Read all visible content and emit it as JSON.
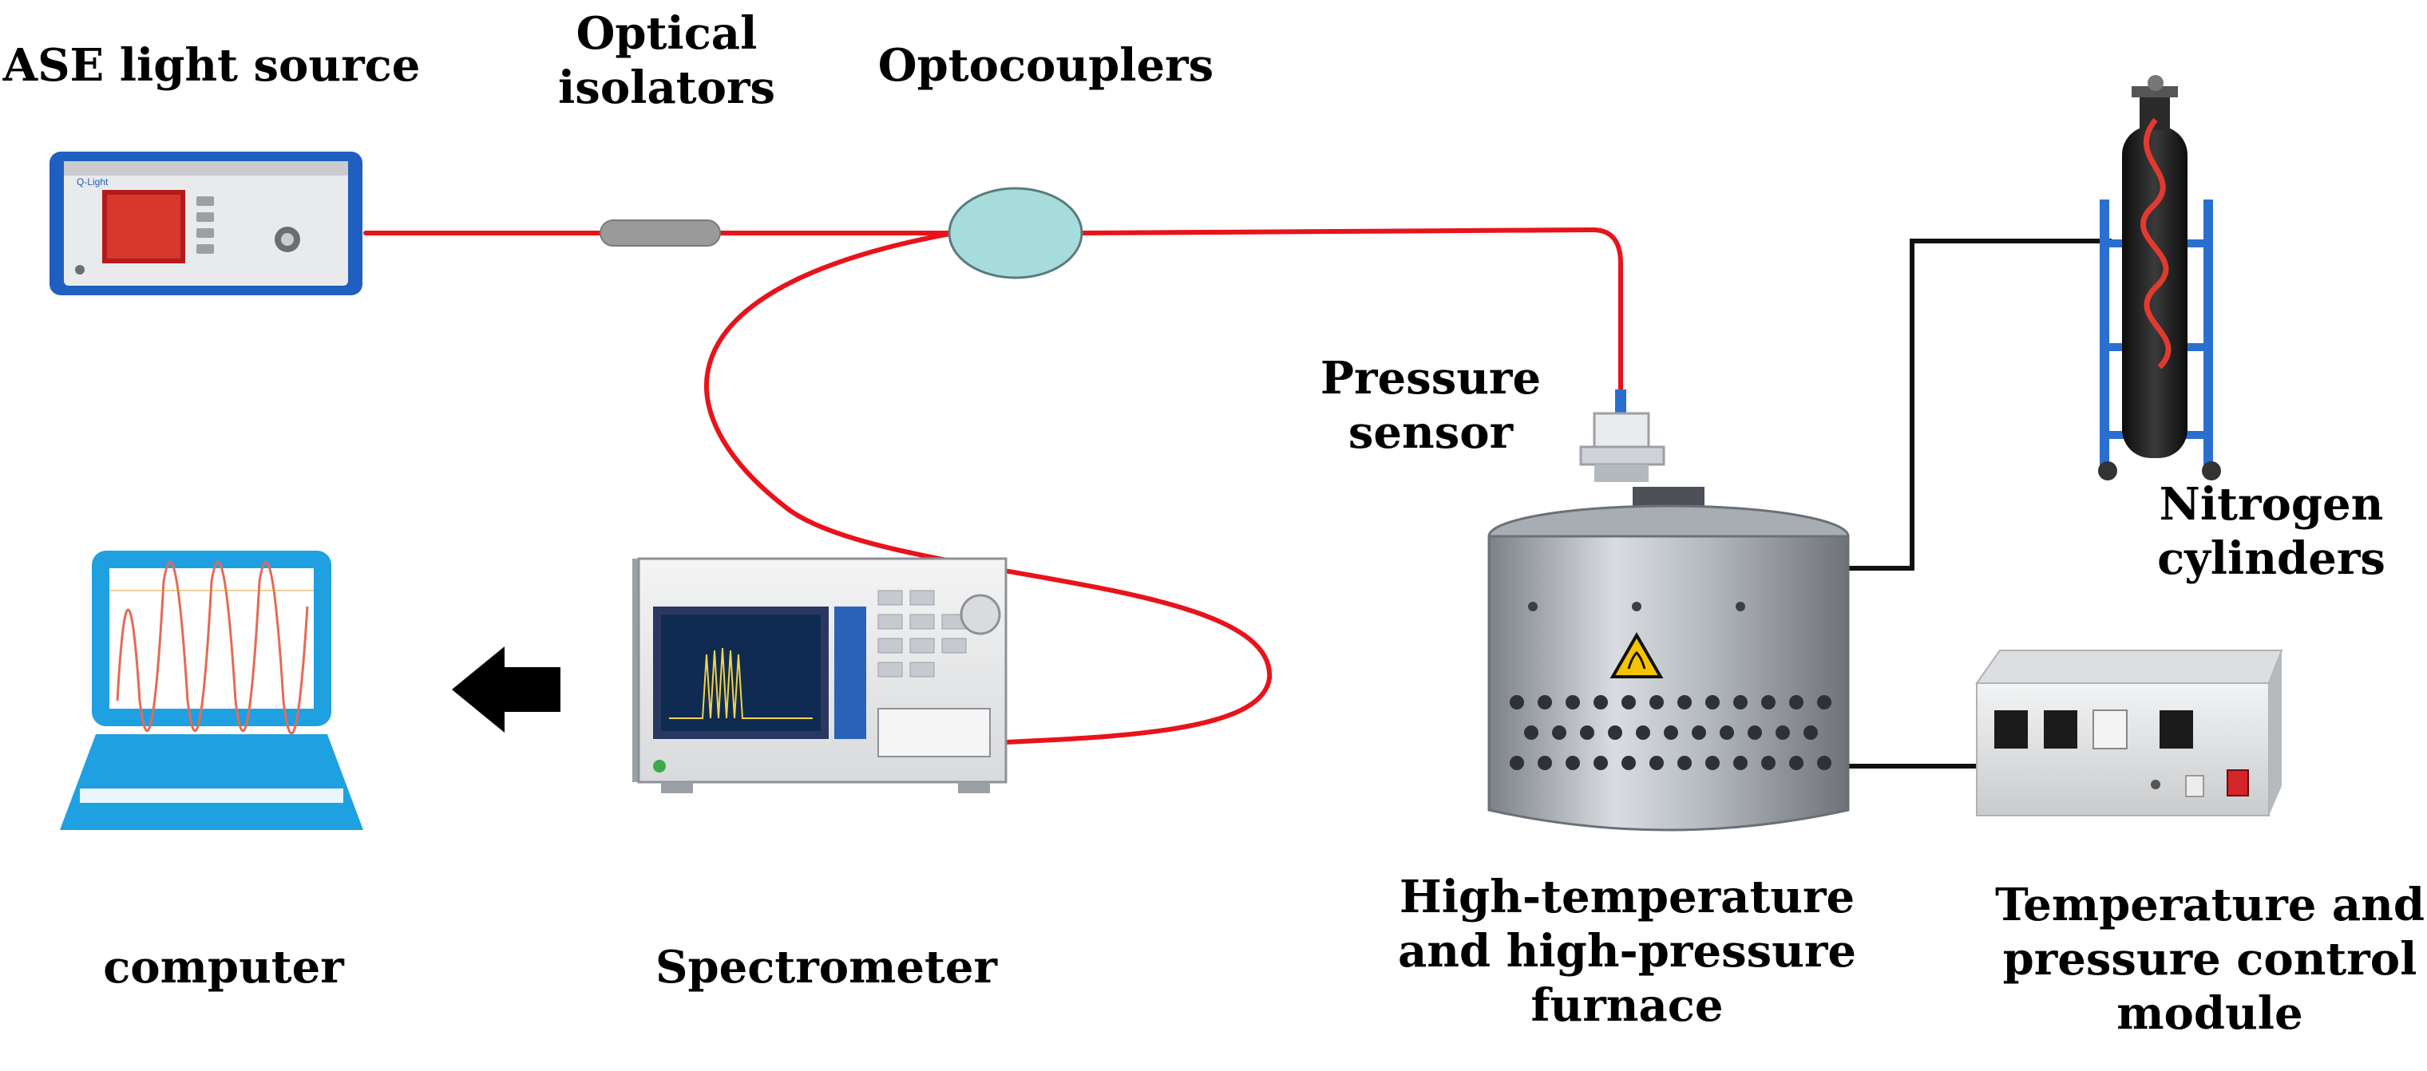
{
  "labels": {
    "ase_light_source": "ASE light source",
    "optical_isolators": [
      "Optical",
      "isolators"
    ],
    "optocouplers": "Optocouplers",
    "pressure_sensor": [
      "Pressure",
      "sensor"
    ],
    "nitrogen_cylinders": [
      "Nitrogen",
      "cylinders"
    ],
    "computer": "computer",
    "spectrometer": "Spectrometer",
    "furnace": [
      "High-temperature",
      "and high-pressure",
      "furnace"
    ],
    "control_module": [
      "Temperature and",
      "pressure control",
      "module"
    ]
  },
  "colors": {
    "fiber": "#e8131b",
    "wire": "#111111",
    "device_blue": "#1f5fbf",
    "coupler_fill": "#a7dcdc",
    "isolator_fill": "#9a9a9a",
    "laptop_blue": "#1fa0e0",
    "cylinder_blue": "#2a6fd0",
    "furnace_metal": "#b9bec4"
  },
  "devices": {
    "ase_brand": "Q-Light",
    "warning_icon": "hot-surface-warning-icon"
  }
}
